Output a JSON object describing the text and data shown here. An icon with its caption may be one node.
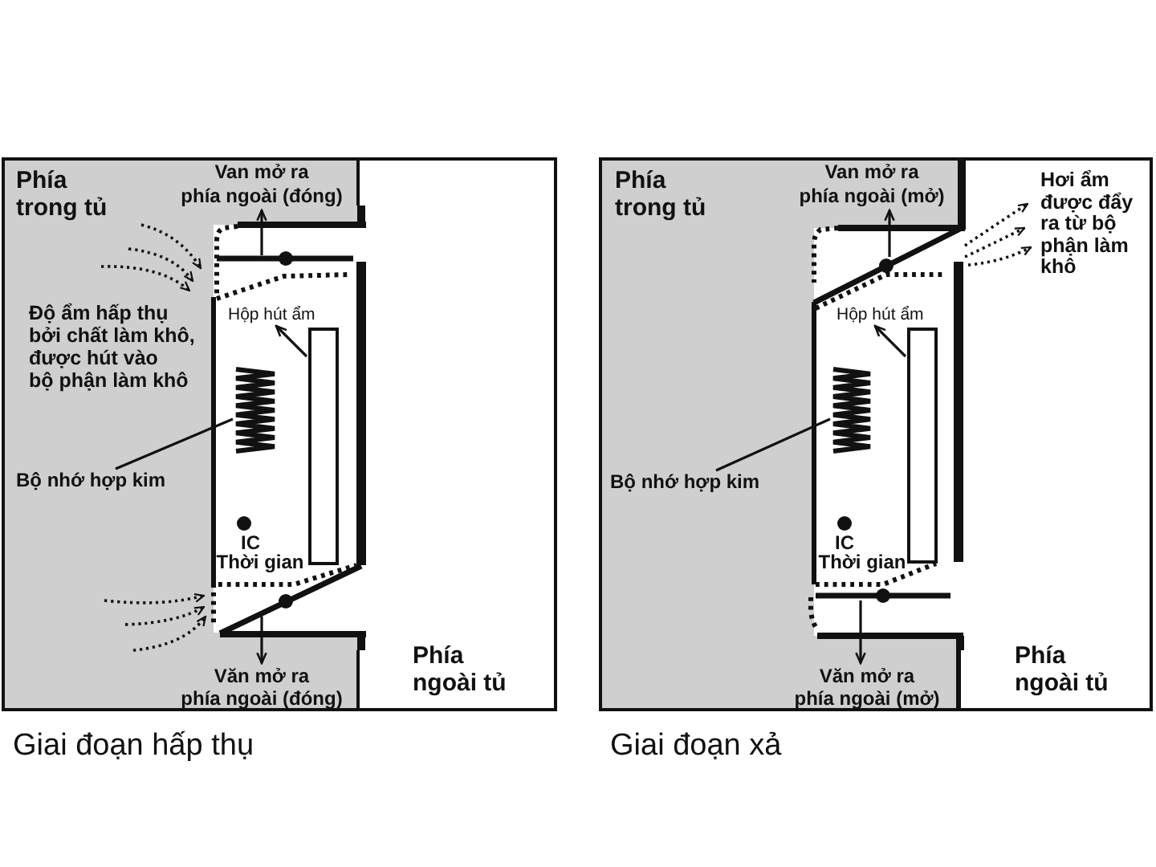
{
  "diagram": {
    "nodes": [
      {
        "text": [
          "Giai đoạn hấp thụ"
        ]
      },
      {
        "text": [
          "Van mở ra phía ngoài (đóng)"
        ],
        "in": 0
      },
      {
        "text": [],
        "shape": "bar",
        "in": 0
      },
      {
        "text": [
          "Hộp hút ẩm"
        ],
        "in": 0
      },
      {
        "text": [],
        "shape": "box",
        "in": 0
      },
      {
        "text": [
          "Bộ nhớ hợp kim"
        ],
        "in": 0
      },
      {
        "text": [],
        "shape": "spring",
        "in": 0
      },
      {
        "text": [],
        "shape": "bar",
        "in": 0
      },
      {
        "text": [
          "Văn mở ra phía ngoài (đóng)"
        ],
        "in": 0
      },
      {
        "text": [
          "Giai đoạn xả"
        ]
      },
      {
        "text": [
          "Van mở ra phía ngoài (mở)"
        ],
        "in": 9
      },
      {
        "text": [],
        "shape": "bar",
        "in": 9
      },
      {
        "text": [
          "Hộp hút ẩm"
        ],
        "in": 9
      },
      {
        "text": [],
        "shape": "box",
        "in": 9
      },
      {
        "text": [
          "Bộ nhớ hợp kim"
        ],
        "in": 9
      },
      {
        "text": [],
        "shape": "spring",
        "in": 9
      },
      {
        "text": [],
        "shape": "bar",
        "in": 9
      },
      {
        "text": [
          "Văn mở ra phía ngoài (mở)"
        ],
        "in": 9
      }
    ],
    "edges": [
      {
        "from": 2,
        "to": 1,
        "arrow": "to"
      },
      {
        "from": 4,
        "to": 3,
        "arrow": "to"
      },
      {
        "from": 5,
        "to": 6,
        "arrow": "none"
      },
      {
        "from": 7,
        "to": 8,
        "arrow": "to"
      },
      {
        "from": 11,
        "to": 10,
        "arrow": "to"
      },
      {
        "from": 13,
        "to": 12,
        "arrow": "to"
      },
      {
        "from": 14,
        "to": 15,
        "arrow": "none"
      },
      {
        "from": 16,
        "to": 17,
        "arrow": "to"
      }
    ],
    "labels": [
      "Phía trong tủ",
      "Độ ẩm hấp thụ bởi chất làm khô, được hút vào bộ phận làm khô",
      "IC",
      "Thời gian",
      "Phía ngoài tủ",
      "Phía trong tủ",
      "Hơi ẩm được đẩy ra từ bộ phận làm khô",
      "IC",
      "Thời gian",
      "Phía ngoài tủ"
    ]
  }
}
